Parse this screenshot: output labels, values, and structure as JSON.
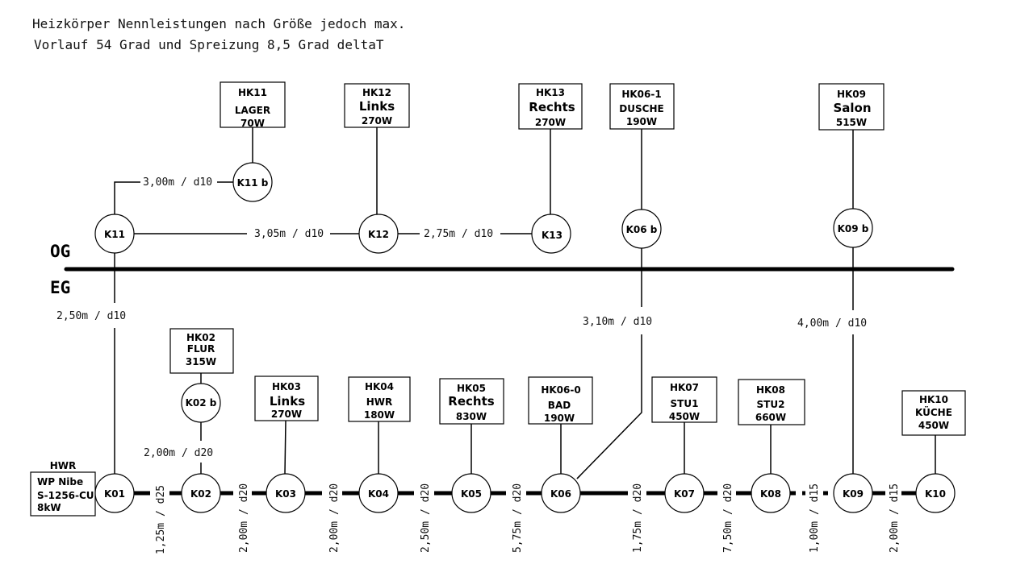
{
  "title": {
    "line1": "Heizkörper Nennleistungen nach Größe jedoch max.",
    "line2": "Vorlauf 54 Grad und Spreizung 8,5 Grad deltaT"
  },
  "floors": {
    "og": "OG",
    "eg": "EG"
  },
  "heat_pump": {
    "room": "HWR",
    "lines": [
      "WP Nibe",
      "S-1256-CU",
      "8kW"
    ]
  },
  "nodes": {
    "K01": "K01",
    "K02": "K02",
    "K03": "K03",
    "K04": "K04",
    "K05": "K05",
    "K06": "K06",
    "K07": "K07",
    "K08": "K08",
    "K09": "K09",
    "K10": "K10",
    "K11": "K11",
    "K12": "K12",
    "K13": "K13",
    "K11b": "K11 b",
    "K02b": "K02 b",
    "K06b": "K06 b",
    "K09b": "K09 b"
  },
  "radiators": {
    "HK11": {
      "id": "HK11",
      "room": "LAGER",
      "power": "70W"
    },
    "HK12": {
      "id": "HK12",
      "room": "Links",
      "power": "270W"
    },
    "HK13": {
      "id": "HK13",
      "room": "Rechts",
      "power": "270W"
    },
    "HK06_1": {
      "id": "HK06-1",
      "room": "DUSCHE",
      "power": "190W"
    },
    "HK09": {
      "id": "HK09",
      "room": "Salon",
      "power": "515W"
    },
    "HK02": {
      "id": "HK02",
      "room": "FLUR",
      "power": "315W"
    },
    "HK03": {
      "id": "HK03",
      "room": "Links",
      "power": "270W"
    },
    "HK04": {
      "id": "HK04",
      "room": "HWR",
      "power": "180W"
    },
    "HK05": {
      "id": "HK05",
      "room": "Rechts",
      "power": "830W"
    },
    "HK06_0": {
      "id": "HK06-0",
      "room": "BAD",
      "power": "190W"
    },
    "HK07": {
      "id": "HK07",
      "room": "STU1",
      "power": "450W"
    },
    "HK08": {
      "id": "HK08",
      "room": "STU2",
      "power": "660W"
    },
    "HK10": {
      "id": "HK10",
      "room": "KÜCHE",
      "power": "450W"
    }
  },
  "pipes": {
    "k11_k11b": "3,00m / d10",
    "k11_k12": "3,05m / d10",
    "k12_k13": "2,75m / d10",
    "k01_k11": "2,50m / d10",
    "k06_k06b": "3,10m / d10",
    "k09_k09b": "4,00m / d10",
    "k02_k02b": "2,00m / d20",
    "k01_k02": "1,25m / d25",
    "k02_k03": "2,00m / d20",
    "k03_k04": "2,00m / d20",
    "k04_k05": "2,50m / d20",
    "k05_k06": "5,75m / d20",
    "k06_k07": "1,75m / d20",
    "k07_k08": "7,50m / d20",
    "k08_k09": "1,00m / d15",
    "k09_k10": "2,00m / d15"
  }
}
